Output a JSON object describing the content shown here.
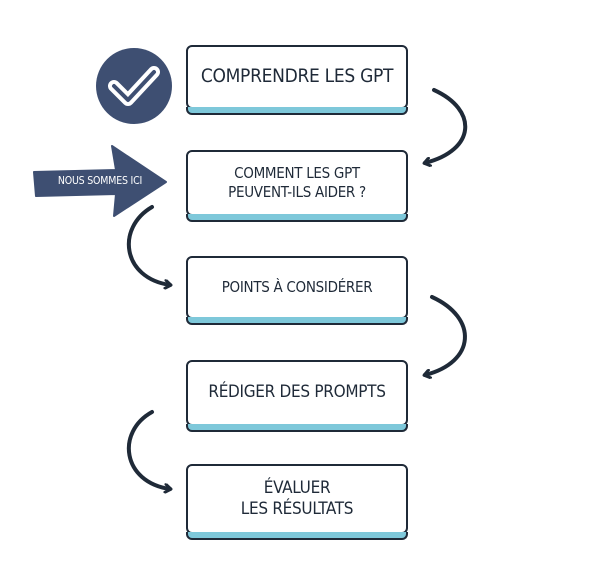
{
  "steps": [
    {
      "label": "COMPRENDRE LES GPT",
      "status": "done"
    },
    {
      "label": "COMMENT LES GPT\nPEUVENT-ILS AIDER ?",
      "status": "current"
    },
    {
      "label": "POINTS À CONSIDÉRER",
      "status": "upcoming"
    },
    {
      "label": "RÉDIGER DES PROMPTS",
      "status": "upcoming"
    },
    {
      "label": "ÉVALUER\nLES RÉSULTATS",
      "status": "upcoming"
    }
  ],
  "current_marker": {
    "label": "NOUS SOMMES ICI"
  },
  "colors": {
    "navy": "#3e4f72",
    "ink": "#1f2a38",
    "accent": "#7ec8da",
    "background": "#ffffff"
  },
  "icons": {
    "done": "checkmark-icon",
    "current": "arrow-right-icon"
  }
}
